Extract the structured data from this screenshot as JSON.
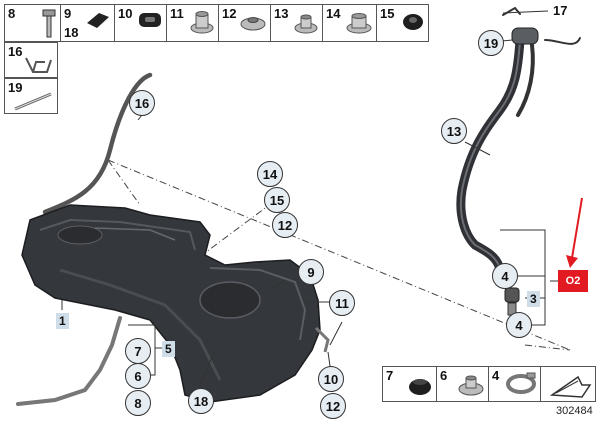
{
  "parts_strip": [
    {
      "number": "8",
      "icon": "bolt-icon"
    },
    {
      "number": "9",
      "number2": "18",
      "icon": "foam-pad-icon"
    },
    {
      "number": "10",
      "icon": "rubber-grommet-icon"
    },
    {
      "number": "11",
      "icon": "hex-nut-icon"
    },
    {
      "number": "12",
      "icon": "flange-nut-icon"
    },
    {
      "number": "13",
      "icon": "collar-nut-icon"
    },
    {
      "number": "14",
      "icon": "flange-nut-large-icon"
    },
    {
      "number": "15",
      "icon": "grommet-icon"
    }
  ],
  "side_parts": [
    {
      "number": "16",
      "icon": "clip-icon"
    },
    {
      "number": "19",
      "icon": "cable-tie-icon"
    }
  ],
  "bottom_strip": [
    {
      "number": "7",
      "icon": "grommet-icon"
    },
    {
      "number": "6",
      "icon": "flange-nut-icon"
    },
    {
      "number": "4",
      "icon": "hose-clamp-icon"
    },
    {
      "number": "",
      "icon": "arrow-box-icon"
    }
  ],
  "callouts": {
    "c16": "16",
    "c14": "14",
    "c15": "15",
    "c12a": "12",
    "c9": "9",
    "c11": "11",
    "c10": "10",
    "c12b": "12",
    "c7": "7",
    "c6": "6",
    "c8": "8",
    "c18": "18",
    "c17": "17",
    "c19": "19",
    "c13": "13",
    "c4a": "4",
    "c4b": "4"
  },
  "tags": {
    "t1": "1",
    "t5": "5",
    "t3": "3"
  },
  "red_tag": "O2",
  "doc_number": "302484",
  "colors": {
    "callout_fill": "#e6edf3",
    "tag_fill": "#cfdde8",
    "red": "#e21b22",
    "tank": "#2f3136"
  }
}
